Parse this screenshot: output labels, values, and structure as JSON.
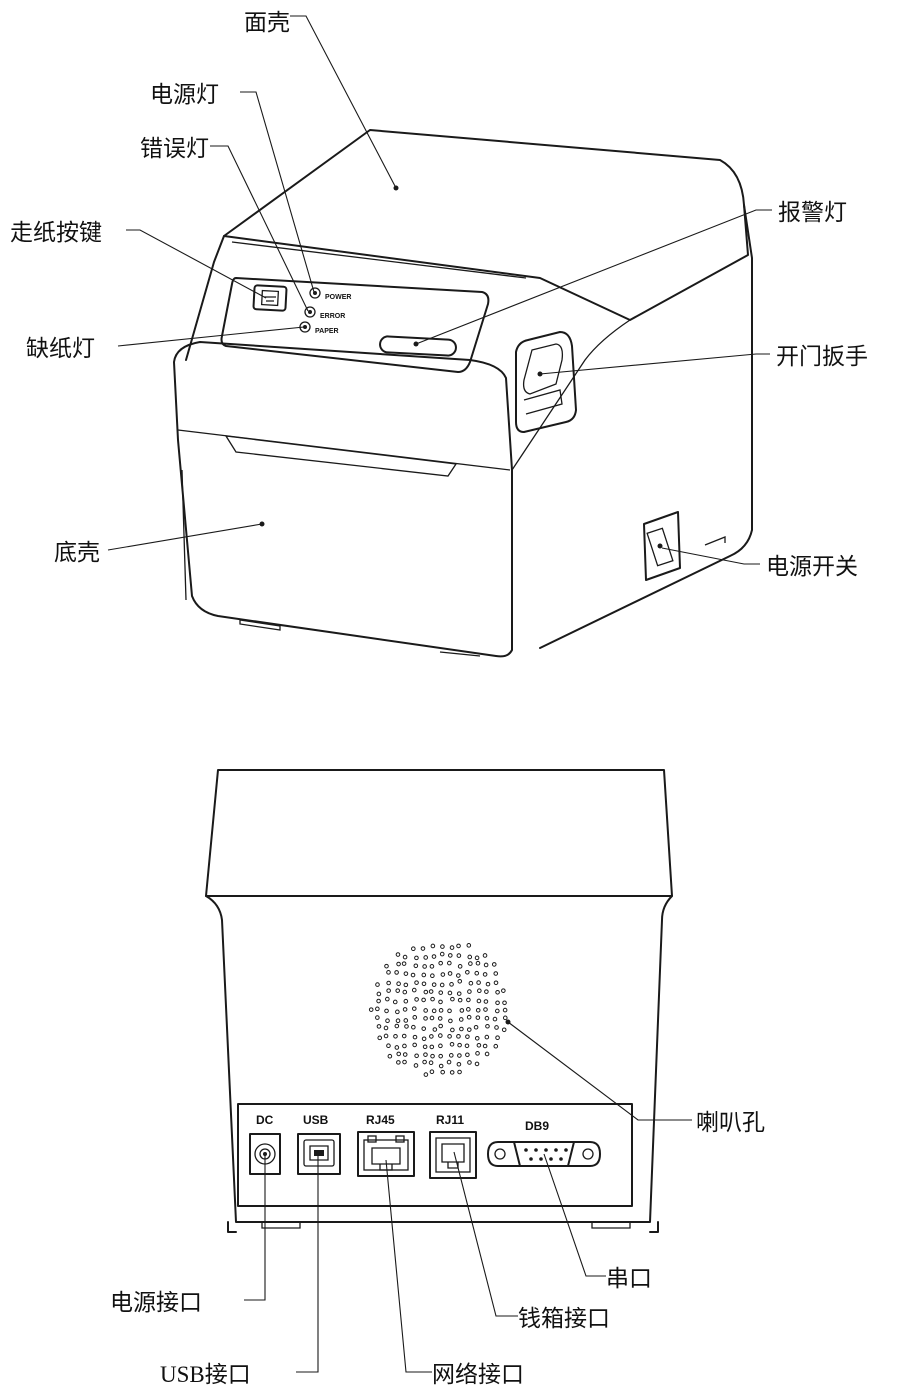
{
  "front_view": {
    "labels": {
      "top_cover": "面壳",
      "power_light": "电源灯",
      "error_light": "错误灯",
      "feed_button": "走纸按键",
      "paper_out_light": "缺纸灯",
      "alarm_light": "报警灯",
      "door_lever": "开门扳手",
      "bottom_cover": "底壳",
      "power_switch": "电源开关"
    },
    "panel_text": {
      "power": "POWER",
      "error": "ERROR",
      "paper": "PAPER"
    }
  },
  "rear_view": {
    "labels": {
      "speaker_holes": "喇叭孔",
      "power_port": "电源接口",
      "usb_port": "USB接口",
      "network_port": "网络接口",
      "cash_drawer_port": "钱箱接口",
      "serial_port": "串口"
    },
    "port_text": {
      "dc": "DC",
      "usb": "USB",
      "rj45": "RJ45",
      "rj11": "RJ11",
      "db9": "DB9"
    }
  }
}
